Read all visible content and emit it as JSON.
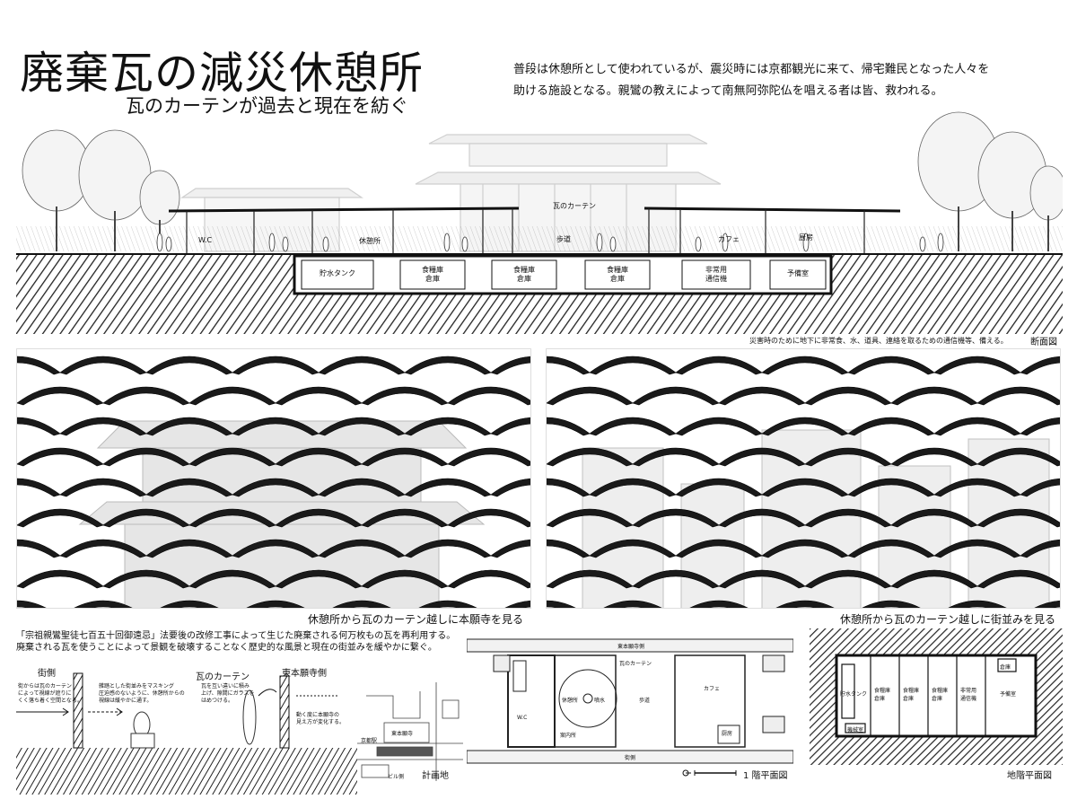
{
  "header": {
    "title": "廃棄瓦の減災休憩所",
    "subtitle": "瓦のカーテンが過去と現在を紡ぐ",
    "description_line1": "普段は休憩所として使われているが、震災時には京都観光に来て、帰宅難民となった人々を",
    "description_line2": "助ける施設となる。親鸞の教えによって南無阿弥陀仏を唱える者は皆、救われる。"
  },
  "section": {
    "title": "断面図",
    "note": "災害時のために地下に非常食、水、道具、連絡を取るための通信機等、備える。",
    "labels": {
      "tile_curtain": "瓦のカーテン",
      "wc": "W.C",
      "rest_area": "休憩所",
      "walkway": "歩道",
      "cafe": "カフェ",
      "kitchen": "厨房"
    },
    "rooms": [
      {
        "line1": "貯水タンク",
        "line2": ""
      },
      {
        "line1": "食糧庫",
        "line2": "倉庫"
      },
      {
        "line1": "食糧庫",
        "line2": "倉庫"
      },
      {
        "line1": "食糧庫",
        "line2": "倉庫"
      },
      {
        "line1": "非常用",
        "line2": "通信機"
      },
      {
        "line1": "予備室",
        "line2": ""
      }
    ]
  },
  "views": {
    "left_caption": "休憩所から瓦のカーテン越しに本願寺を見る",
    "right_caption": "休憩所から瓦のカーテン越しに街並みを見る"
  },
  "bottom_text": {
    "line1": "「宗祖親鸞聖徒七百五十回御遠忌」法要後の改修工事によって生じた廃棄される何万枚もの瓦を再利用する。",
    "line2": "廃棄される瓦を使うことによって景観を破壊することなく歴史的な風景と現在の街並みを緩やかに繋ぐ。"
  },
  "concept": {
    "street_side": "街側",
    "temple_side": "東本願寺側",
    "tile_curtain": "瓦のカーテン",
    "note_street_1": "街からは瓦のカーテン",
    "note_street_2": "によって視線が遮りに",
    "note_street_3": "くく落ち着く空間となる。",
    "note_mask_1": "雑踏とした街並みをマスキング",
    "note_mask_2": "圧迫感のないように、休憩所からの",
    "note_mask_3": "視線は緩やかに通す。",
    "note_tile_1": "瓦を互い違いに積み",
    "note_tile_2": "上げ、隙間にガラスを",
    "note_tile_3": "はめつける。",
    "note_move_1": "動く度に本願寺の",
    "note_move_2": "見え方が変化する。"
  },
  "site": {
    "title": "計画地",
    "temple": "東本願寺",
    "station": "京都駅",
    "building": "ビル側"
  },
  "plan1": {
    "title": "1 階平面図",
    "top_street": "東本願寺側",
    "bottom_street": "街側",
    "tile_curtain": "瓦のカーテン",
    "rest_area": "休憩所",
    "fountain": "噴水",
    "walkway": "歩道",
    "cafe": "カフェ",
    "wc": "W.C",
    "info": "案内所",
    "kitchen": "厨房"
  },
  "planB": {
    "title": "地階平面図",
    "rooms": [
      "貯水タンク",
      "食糧庫",
      "食糧庫",
      "食糧庫",
      "非常用",
      "予備室"
    ],
    "rooms2": [
      "",
      "倉庫",
      "倉庫",
      "倉庫",
      "通信機",
      ""
    ],
    "storage": "倉庫",
    "mech": "機械室"
  },
  "colors": {
    "ink": "#111111",
    "ground": "#2a2a2a",
    "ghost": "#d8d8d8"
  }
}
